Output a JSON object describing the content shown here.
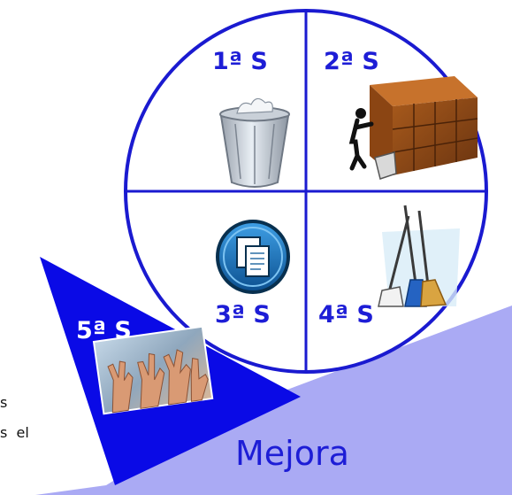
{
  "colors": {
    "circle_stroke": "#1a1ad0",
    "label_blue": "#1d1dd6",
    "triangle_fill": "#0a0ae6",
    "ramp_fill": "#aaaaf4",
    "white": "#ffffff"
  },
  "quadrants": {
    "q1": {
      "label": "1ª S",
      "icon": "trash-bin-icon"
    },
    "q2": {
      "label": "2ª S",
      "icon": "filing-shelf-icon"
    },
    "q3": {
      "label": "3ª S",
      "icon": "documents-icon"
    },
    "q4": {
      "label": "4ª S",
      "icon": "cleaning-tools-icon"
    }
  },
  "fifth": {
    "label": "5ª S",
    "icon": "raised-hands-photo"
  },
  "ramp": {
    "label": "Mejora"
  },
  "side_text": {
    "line1": "s",
    "line2": "s  el"
  }
}
